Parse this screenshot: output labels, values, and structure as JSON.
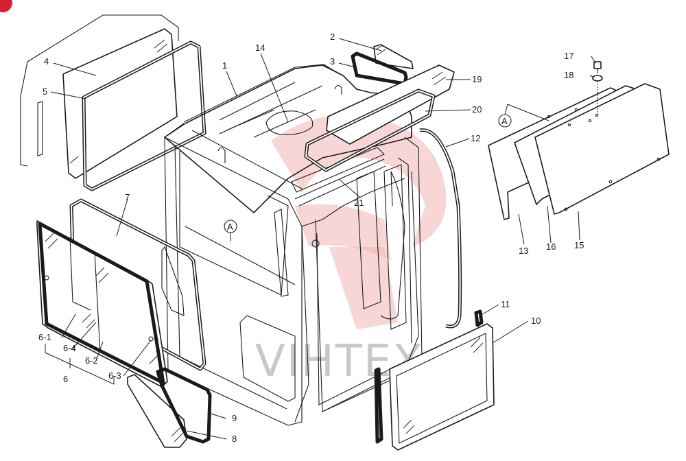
{
  "watermark": {
    "text": "VIHTEX",
    "color": "#f3b5b5"
  },
  "accent_color": "#d41f35",
  "reference_marks": [
    {
      "id": "ref-a-top",
      "label": "A"
    },
    {
      "id": "ref-a-cab",
      "label": "A"
    }
  ],
  "callouts": [
    {
      "id": "c1",
      "label": "1"
    },
    {
      "id": "c2",
      "label": "2"
    },
    {
      "id": "c3",
      "label": "3"
    },
    {
      "id": "c4",
      "label": "4"
    },
    {
      "id": "c5",
      "label": "5"
    },
    {
      "id": "c6",
      "label": "6"
    },
    {
      "id": "c6-1",
      "label": "6-1"
    },
    {
      "id": "c6-2",
      "label": "6-2"
    },
    {
      "id": "c6-3",
      "label": "6-3"
    },
    {
      "id": "c6-4",
      "label": "6-4"
    },
    {
      "id": "c7",
      "label": "7"
    },
    {
      "id": "c8",
      "label": "8"
    },
    {
      "id": "c9",
      "label": "9"
    },
    {
      "id": "c10",
      "label": "10"
    },
    {
      "id": "c11",
      "label": "11"
    },
    {
      "id": "c12",
      "label": "12"
    },
    {
      "id": "c13",
      "label": "13"
    },
    {
      "id": "c14",
      "label": "14"
    },
    {
      "id": "c15",
      "label": "15"
    },
    {
      "id": "c16",
      "label": "16"
    },
    {
      "id": "c17",
      "label": "17"
    },
    {
      "id": "c18",
      "label": "18"
    },
    {
      "id": "c19",
      "label": "19"
    },
    {
      "id": "c20",
      "label": "20"
    },
    {
      "id": "c21",
      "label": "21"
    }
  ]
}
